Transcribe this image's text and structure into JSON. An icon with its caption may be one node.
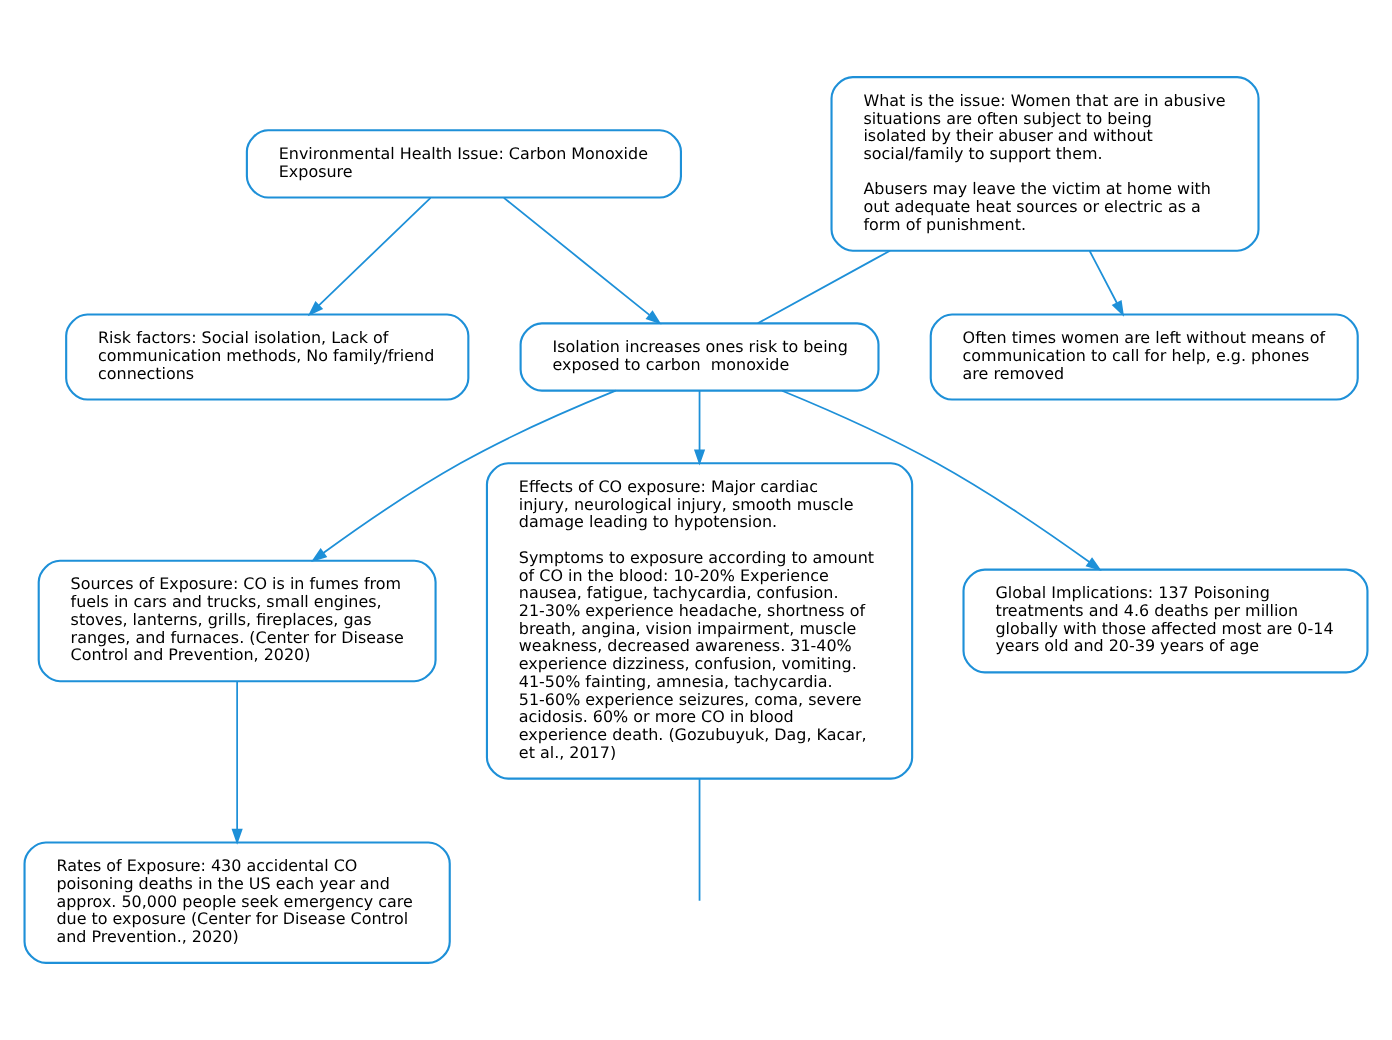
{
  "diagram": {
    "nodes": [
      {
        "text": [
          "Environmental Health Issue: Carbon Monoxide Exposure"
        ]
      },
      {
        "text": [
          "Risk factors: Social isolation, Lack of communication methods, No family/friend connections"
        ]
      },
      {
        "text": [
          "What is the issue: Women that are in abusive situations are often subject to being isolated by their abuser and without social/family to support them.",
          "Abusers may leave the victim at home with out adequate heat sources or electric as a form of punishment."
        ]
      },
      {
        "text": [
          "Often times women are left without means of communication to call for help, e.g. phones are removed"
        ]
      },
      {
        "text": [
          "Isolation increases ones risk to being exposed to carbon  monoxide"
        ]
      },
      {
        "text": [
          "Sources of Exposure: CO is in fumes from fuels in cars and trucks, small engines, stoves, lanterns, grills, fireplaces, gas ranges, and furnaces. (Center for Disease Control and Prevention, 2020)"
        ]
      },
      {
        "text": [
          "Effects of CO exposure: Major cardiac injury, neurological injury, smooth muscle damage leading to hypotension.",
          "Symptoms to exposure according to amount of CO in the blood: 10-20% Experience nausea, fatigue, tachycardia, confusion. 21-30% experience headache, shortness of breath, angina, vision impairment, muscle weakness, decreased awareness. 31-40% experience dizziness, confusion, vomiting. 41-50% fainting, amnesia, tachycardia. 51-60% experience seizures, coma, severe acidosis. 60% or more CO in blood experience death. (Gozubuyuk, Dag, Kacar, et al., 2017)"
        ]
      },
      {
        "text": [
          "Rates of Exposure: 430 accidental CO poisoning deaths in the US each year and approx. 50,000 people seek emergency care due to exposure (Center for Disease Control and Prevention., 2020)"
        ]
      },
      {
        "text": [
          "Global Implications: 137 Poisoning treatments and 4.6 deaths per million globally with those affected most are 0-14 years old and 20-39 years of age"
        ]
      }
    ],
    "edges": [
      {
        "from": 0,
        "to": 4,
        "arrow": "to"
      },
      {
        "from": 0,
        "to": 1,
        "arrow": "to"
      },
      {
        "from": 2,
        "to": 3,
        "arrow": "to"
      },
      {
        "from": 2,
        "to": 4,
        "arrow": "none"
      },
      {
        "from": 4,
        "to": 5,
        "arrow": "to"
      },
      {
        "from": 4,
        "to": 8,
        "arrow": "to"
      },
      {
        "from": 4,
        "to": 6,
        "arrow": "to"
      },
      {
        "from": 5,
        "to": 7,
        "arrow": "to"
      },
      {
        "from": 6,
        "to": null,
        "arrow": "none"
      }
    ]
  }
}
